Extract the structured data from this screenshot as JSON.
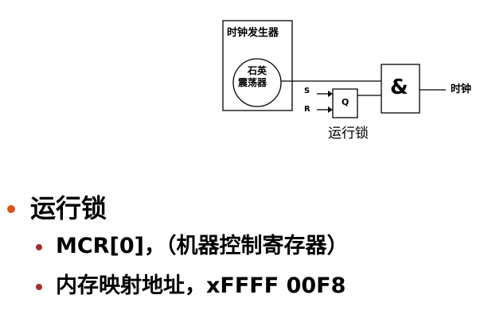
{
  "diagram": {
    "clock_generator_label": "时钟发生器",
    "oscillator_line1": "石英",
    "oscillator_line2": "震荡器",
    "s_label": "S",
    "r_label": "R",
    "q_label": "Q",
    "and_label": "&",
    "output_label": "时钟",
    "caption": "运行锁"
  },
  "bullets": {
    "main": "运行锁",
    "sub": [
      "MCR[0]，（机器控制寄存器）",
      "内存映射地址，xFFFF 00F8"
    ]
  },
  "colors": {
    "bullet": "#d9541e",
    "sub_bullet": "#a0312a"
  }
}
